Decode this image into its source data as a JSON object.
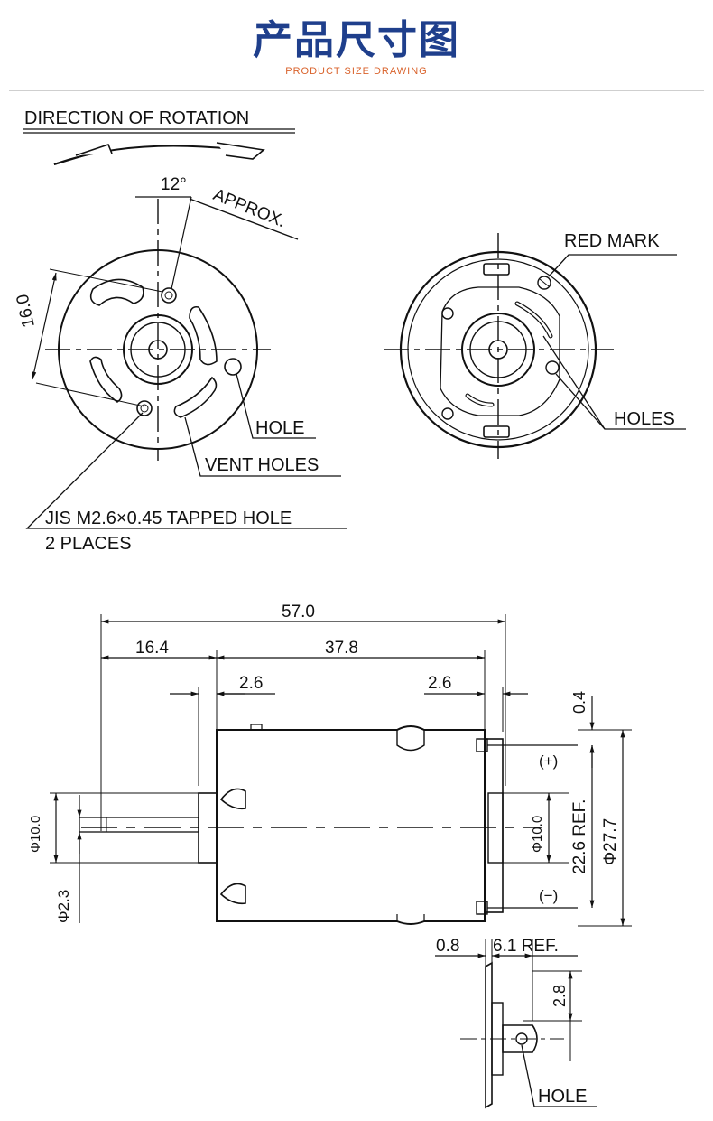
{
  "header": {
    "title": "产品尺寸图",
    "subtitle": "PRODUCT SIZE DRAWING",
    "title_color": "#1f3f8c",
    "subtitle_color": "#d9622b"
  },
  "front_view": {
    "direction_label": "DIRECTION OF ROTATION",
    "angle_label": "12°",
    "approx_label": "APPROX.",
    "dim_16": "16.0",
    "hole_label": "HOLE",
    "vent_holes_label": "VENT HOLES",
    "tapped_hole_label": "JIS M2.6×0.45 TAPPED HOLE",
    "places_label": "2 PLACES"
  },
  "rear_view": {
    "red_mark_label": "RED MARK",
    "holes_label": "HOLES"
  },
  "side_view": {
    "dim_total": "57.0",
    "dim_shaft": "16.4",
    "dim_body": "37.8",
    "dim_left_flange": "2.6",
    "dim_right_flange": "2.6",
    "dim_top": "0.4",
    "plus_label": "(+)",
    "minus_label": "(−)",
    "dim_boss_left": "Φ10.0",
    "dim_shaft_dia": "Φ2.3",
    "dim_boss_right": "Φ10.0",
    "dim_terminal_span": "22.6 REF.",
    "dim_body_dia": "Φ27.7"
  },
  "terminal_view": {
    "dim_thickness": "0.8",
    "dim_length": "6.1 REF.",
    "dim_hole_offset": "2.8",
    "hole_label": "HOLE"
  }
}
